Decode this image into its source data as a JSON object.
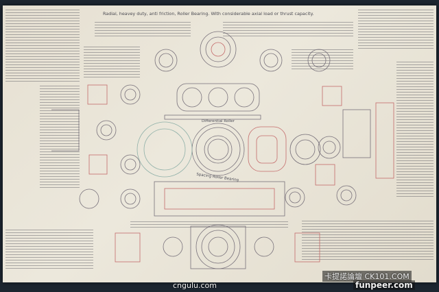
{
  "poster": {
    "title": "Radial, heavey duty, anti friction, Roller Bearing.  With considerable axial load or thrust capacity.",
    "labels": {
      "differential_roller": "Differential Roller",
      "spacing_roller_bearing": "Spacing Roller Bearing"
    }
  },
  "watermarks": {
    "left": "cngulu.com",
    "right_top": "卡提諾論壇 CK101.COM",
    "right_bottom": "funpeer.com"
  },
  "colors": {
    "ink": "#6a6470",
    "red_ink": "#c46a6a",
    "paper": "#e8e3d6"
  }
}
